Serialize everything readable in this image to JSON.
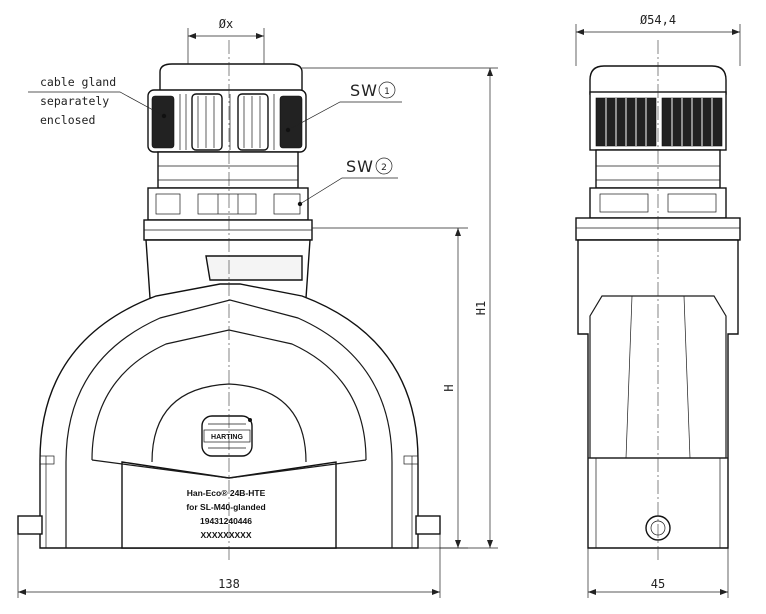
{
  "dimensions": {
    "cable_diameter": "Øx",
    "side_diameter": "Ø54,4",
    "width": "138",
    "depth": "45",
    "height": "H",
    "total_height": "H1"
  },
  "callouts": {
    "cable_gland_line1": "cable gland",
    "cable_gland_line2": "separately",
    "cable_gland_line3": "enclosed",
    "sw1_text": "SW",
    "sw1_number": "1",
    "sw2_text": "SW",
    "sw2_number": "2"
  },
  "product_label": {
    "line1": "Han-Eco® 24B-HTE",
    "line2": "for SL-M40-glanded",
    "line3": "19431240446",
    "line4": "XXXXXXXXX",
    "brand": "HARTING"
  }
}
